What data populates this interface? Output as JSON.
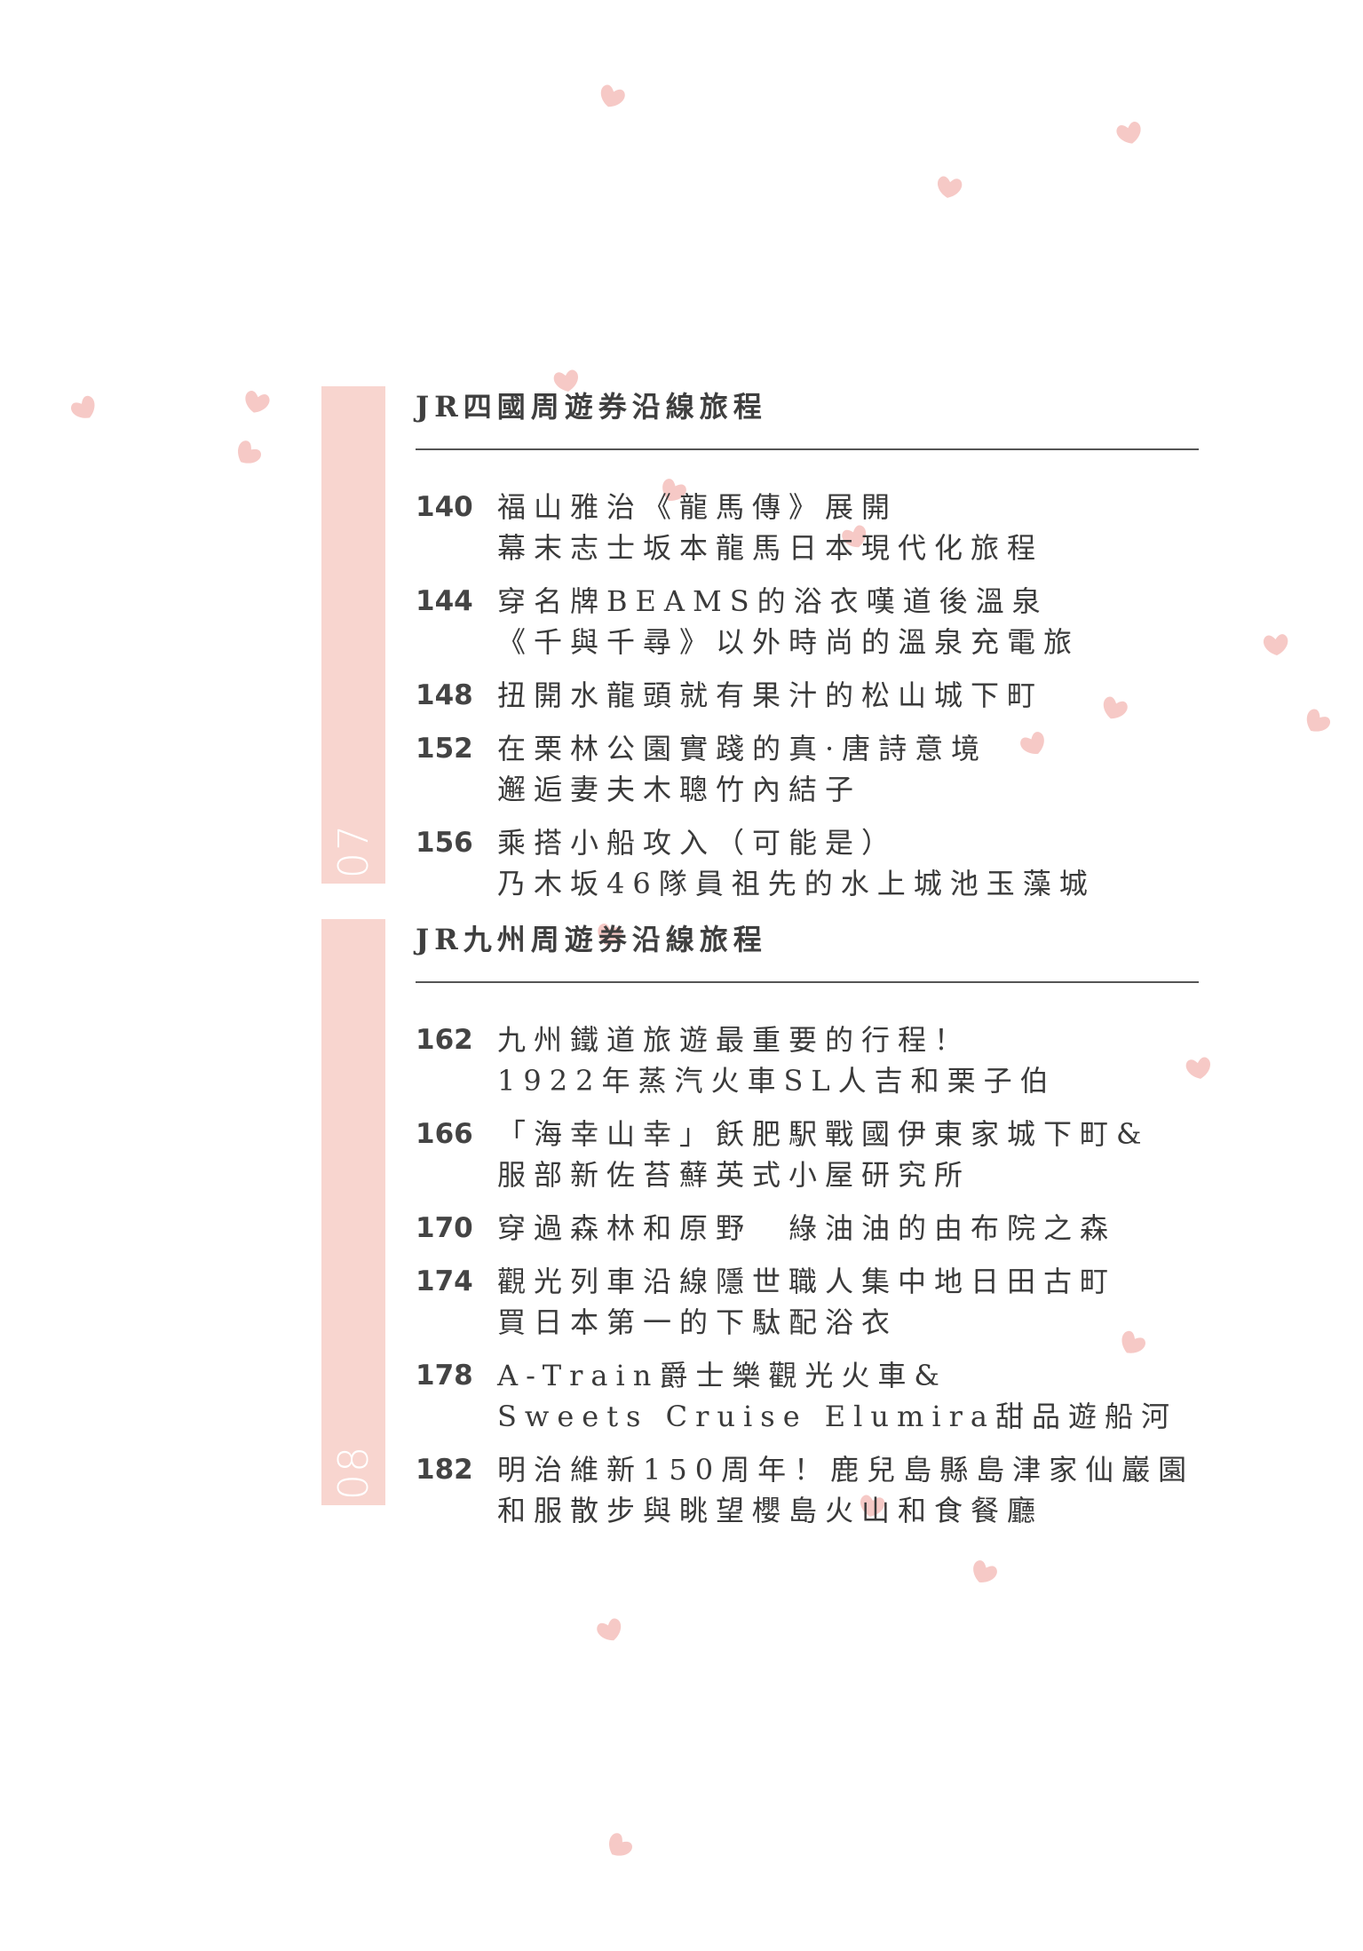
{
  "accent_color": "#f8d5cf",
  "sections": [
    {
      "number": "07",
      "title": "JR四國周遊券沿線旅程",
      "entries": [
        {
          "page": "140",
          "lines": [
            "福山雅治《龍馬傳》展開",
            "幕末志士坂本龍馬日本現代化旅程"
          ]
        },
        {
          "page": "144",
          "lines": [
            "穿名牌BEAMS的浴衣嘆道後溫泉",
            "《千與千尋》以外時尚的溫泉充電旅"
          ]
        },
        {
          "page": "148",
          "lines": [
            "扭開水龍頭就有果汁的松山城下町"
          ]
        },
        {
          "page": "152",
          "lines": [
            "在栗林公園實踐的真·唐詩意境",
            "邂逅妻夫木聰竹內結子"
          ]
        },
        {
          "page": "156",
          "lines": [
            "乘搭小船攻入（可能是）",
            "乃木坂46隊員祖先的水上城池玉藻城"
          ]
        }
      ]
    },
    {
      "number": "08",
      "title": "JR九州周遊券沿線旅程",
      "entries": [
        {
          "page": "162",
          "lines": [
            "九州鐵道旅遊最重要的行程！",
            "1922年蒸汽火車SL人吉和栗子伯"
          ]
        },
        {
          "page": "166",
          "lines": [
            "「海幸山幸」飫肥駅戰國伊東家城下町&",
            "服部新佐苔蘚英式小屋研究所"
          ]
        },
        {
          "page": "170",
          "lines": [
            "穿過森林和原野　綠油油的由布院之森"
          ]
        },
        {
          "page": "174",
          "lines": [
            "觀光列車沿線隱世職人集中地日田古町",
            "買日本第一的下駄配浴衣"
          ]
        },
        {
          "page": "178",
          "lines": [
            "A-Train爵士樂觀光火車&",
            "Sweets Cruise Elumira甜品遊船河"
          ]
        },
        {
          "page": "182",
          "lines": [
            "明治維新150周年！鹿兒島縣島津家仙巖園",
            "和服散步與眺望櫻島火山和食餐廳"
          ]
        }
      ]
    }
  ]
}
